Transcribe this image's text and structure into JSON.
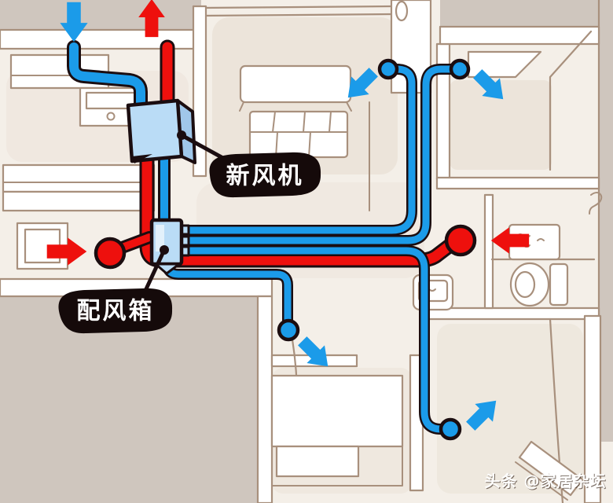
{
  "meta": {
    "description": "Hand-drawn cartoon floor plan illustrating a home fresh-air ventilation (ERV) system with supply and exhaust duct runs"
  },
  "labels": {
    "fresh_air_unit": "新风机",
    "distribution_box": "配风箱"
  },
  "watermark": {
    "text": "头条 @家居杂坛"
  },
  "colors": {
    "supply_blue": "#1B9BE9",
    "exhaust_red": "#EE100D",
    "outline": "#1B0D10",
    "unit_fill": "#BADCF6",
    "unit_side": "#A0C7EA",
    "wall_line": "#A8907D",
    "floor": "#F4EFE8",
    "floor_shade": "#EAE1D6",
    "exterior": "#CFC6BE",
    "bubble": "#150A0A",
    "bubble_text": "#FFFFFF",
    "watermark_text": "#FFFFFF"
  },
  "airflow": {
    "arrows": [
      {
        "id": "outdoor-intake-top",
        "color": "blue",
        "direction": "down"
      },
      {
        "id": "outdoor-exhaust-top",
        "color": "red",
        "direction": "up"
      },
      {
        "id": "supply-master-bedroom",
        "color": "blue",
        "direction": "down-left"
      },
      {
        "id": "supply-right-bedroom",
        "color": "blue",
        "direction": "down-right"
      },
      {
        "id": "return-kitchen",
        "color": "red",
        "direction": "right"
      },
      {
        "id": "return-bathroom",
        "color": "red",
        "direction": "left"
      },
      {
        "id": "supply-middle-room",
        "color": "blue",
        "direction": "down-right"
      },
      {
        "id": "supply-bottom-room",
        "color": "blue",
        "direction": "up-right"
      }
    ],
    "supply_diffuser_count": 4,
    "exhaust_grille_count": 2
  }
}
